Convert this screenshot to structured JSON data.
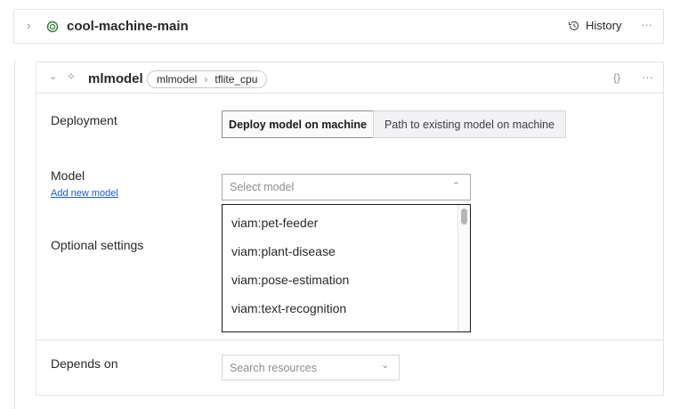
{
  "machine": {
    "name": "cool-machine-main",
    "history_label": "History",
    "status_color": "#3d7d3f"
  },
  "component": {
    "name": "mlmodel",
    "breadcrumb": [
      "mlmodel",
      "tflite_cpu"
    ]
  },
  "deployment": {
    "label": "Deployment",
    "options": [
      "Deploy model on machine",
      "Path to existing model on machine"
    ],
    "selected": 0
  },
  "model": {
    "label": "Model",
    "add_link": "Add new model",
    "placeholder": "Select model",
    "options": [
      "viam:pet-feeder",
      "viam:plant-disease",
      "viam:pose-estimation",
      "viam:text-recognition"
    ]
  },
  "optional": {
    "label": "Optional settings"
  },
  "depends": {
    "label": "Depends on",
    "placeholder": "Search resources"
  }
}
